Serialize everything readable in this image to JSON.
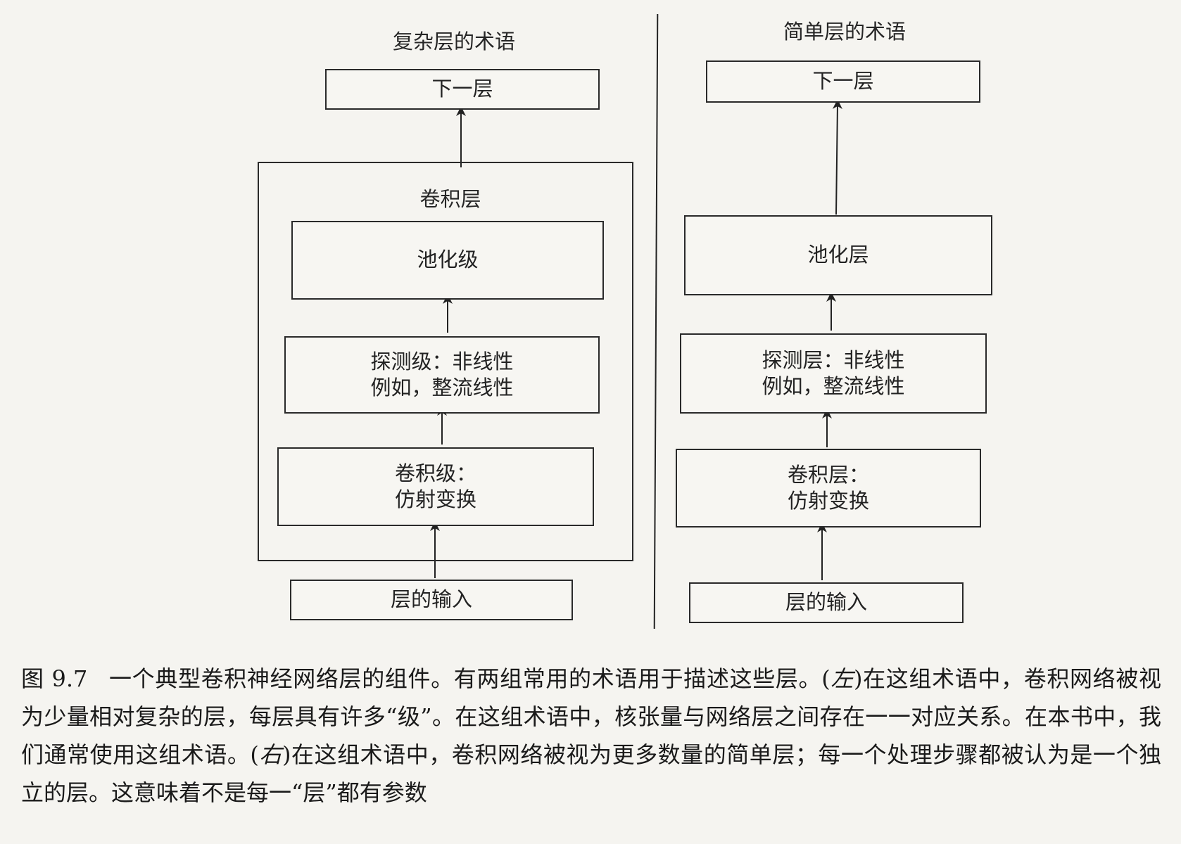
{
  "left": {
    "title": "复杂层的术语",
    "next_layer": "下一层",
    "container_label": "卷积层",
    "pooling": "池化级",
    "detector_line1": "探测级：非线性",
    "detector_line2": "例如，整流线性",
    "conv_line1": "卷积级：",
    "conv_line2": "仿射变换",
    "input": "层的输入"
  },
  "right": {
    "title": "简单层的术语",
    "next_layer": "下一层",
    "pooling": "池化层",
    "detector_line1": "探测层：非线性",
    "detector_line2": "例如，整流线性",
    "conv_line1": "卷积层：",
    "conv_line2": "仿射变换",
    "input": "层的输入"
  },
  "caption": {
    "figure_number": "图 9.7",
    "part1": "一个典型卷积神经网络层的组件。有两组常用的术语用于描述这些层。(",
    "left_word": "左",
    "part2": ")在这组术语中，卷积网络被视为少量相对复杂的层，每层具有许多“级”。在这组术语中，核张量与网络层之间存在一一对应关系。在本书中，我们通常使用这组术语。(",
    "right_word": "右",
    "part3": ")在这组术语中，卷积网络被视为更多数量的简单层；每一个处理步骤都被认为是一个独立的层。这意味着不是每一“层”都有参数"
  }
}
